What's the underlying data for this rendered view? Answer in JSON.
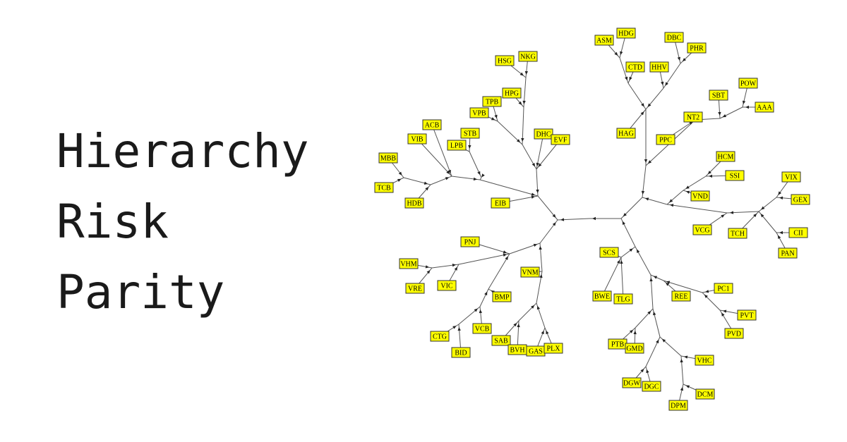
{
  "title": {
    "lines": [
      "Hierarchy",
      "Risk",
      "Parity"
    ]
  },
  "colors": {
    "node_fill": "#ffff00",
    "node_border": "#333333",
    "edge": "#555555",
    "text": "#1a1a1a"
  },
  "tree": {
    "nodes": [
      "ASM",
      "HDG",
      "DBC",
      "PHR",
      "CTD",
      "HHV",
      "HSG",
      "NKG",
      "HPG",
      "TPB",
      "VPB",
      "SBT",
      "POW",
      "AAA",
      "NT2",
      "ACB",
      "STB",
      "VIB",
      "LPB",
      "DHC",
      "EVF",
      "HAG",
      "PPC",
      "MBB",
      "HCM",
      "SSI",
      "TCB",
      "HDB",
      "EIB",
      "VND",
      "VIX",
      "GEX",
      "VCG",
      "TCH",
      "CII",
      "PAN",
      "PNJ",
      "SCS",
      "VNM",
      "VHM",
      "VRE",
      "VIC",
      "BWE",
      "TLG",
      "REE",
      "PC1",
      "BMP",
      "PVT",
      "PVD",
      "CTG",
      "VCB",
      "BID",
      "SAB",
      "BVH",
      "GAS",
      "PLX",
      "PTB",
      "GMD",
      "VHC",
      "DGW",
      "DGC",
      "DCM",
      "DPM"
    ]
  }
}
